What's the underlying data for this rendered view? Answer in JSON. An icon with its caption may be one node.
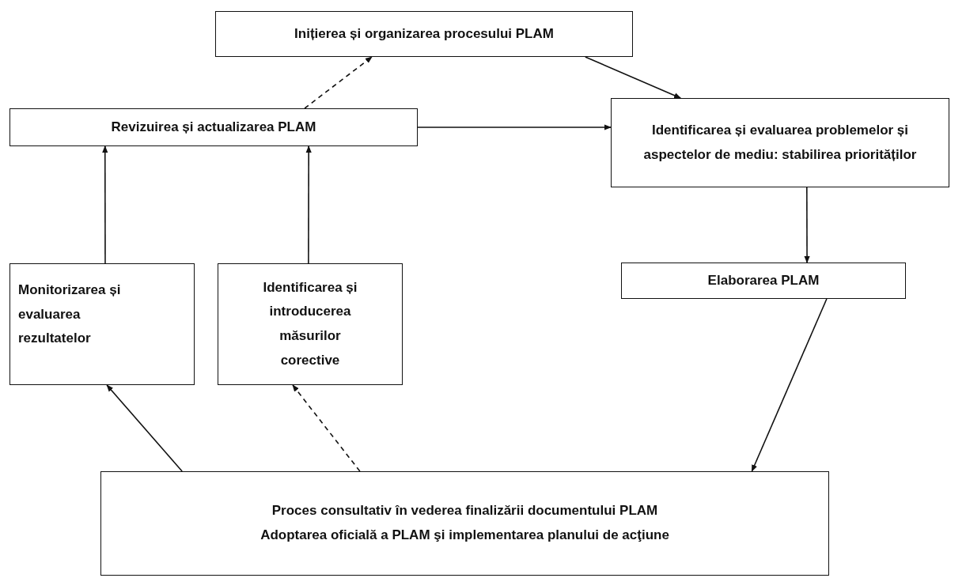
{
  "diagram": {
    "nodes": [
      {
        "text": [
          "Inițierea și organizarea procesului PLAM"
        ]
      },
      {
        "text": [
          "Revizuirea și actualizarea PLAM"
        ]
      },
      {
        "text": [
          "Identificarea și evaluarea problemelor și aspectelor de mediu: stabilirea priorităților"
        ]
      },
      {
        "text": [
          "Elaborarea PLAM"
        ]
      },
      {
        "text": [
          "Monitorizarea și evaluarea rezultatelor"
        ]
      },
      {
        "text": [
          "Identificarea și introducerea măsurilor corective"
        ]
      },
      {
        "text": [
          "Proces consultativ în vederea finalizării documentului PLAM",
          "Adoptarea oficială a PLAM şi implementarea planului de acţiune"
        ]
      }
    ],
    "edges": [
      {
        "from": 0,
        "to": 2,
        "arrow": "to"
      },
      {
        "from": 1,
        "to": 0,
        "arrow": "to",
        "style": "dashed"
      },
      {
        "from": 1,
        "to": 2,
        "arrow": "to"
      },
      {
        "from": 2,
        "to": 3,
        "arrow": "to"
      },
      {
        "from": 3,
        "to": 6,
        "arrow": "to"
      },
      {
        "from": 6,
        "to": 4,
        "arrow": "to"
      },
      {
        "from": 6,
        "to": 5,
        "arrow": "to",
        "style": "dashed"
      },
      {
        "from": 4,
        "to": 1,
        "arrow": "to"
      },
      {
        "from": 5,
        "to": 1,
        "arrow": "to"
      }
    ]
  }
}
